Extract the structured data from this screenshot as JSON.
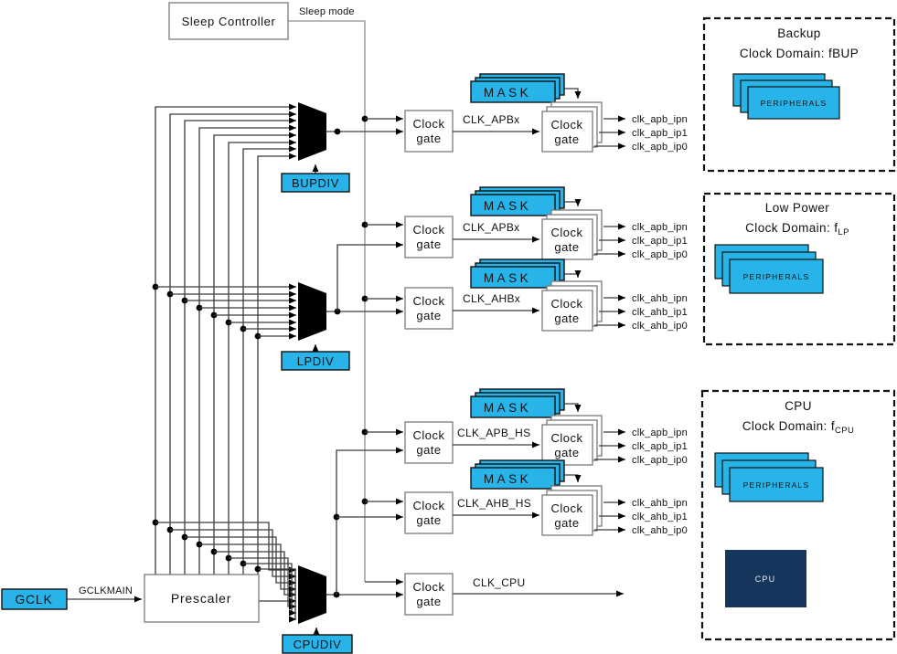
{
  "sleep_controller": {
    "label": "Sleep Controller",
    "signal": "Sleep mode"
  },
  "gclk": {
    "label": "GCLK",
    "signal": "GCLKMAIN"
  },
  "prescaler_label": "Prescaler",
  "dividers": {
    "backup": "BUPDIV",
    "low_power": "LPDIV",
    "cpu": "CPUDIV"
  },
  "clock_gate": {
    "line1": "Clock",
    "line2": "gate"
  },
  "mask_label": "MASK",
  "rows": [
    {
      "bus_label": "CLK_APBx",
      "outputs": [
        "clk_apb_ipn",
        "clk_apb_ip1",
        "clk_apb_ip0"
      ]
    },
    {
      "bus_label": "CLK_APBx",
      "outputs": [
        "clk_apb_ipn",
        "clk_apb_ip1",
        "clk_apb_ip0"
      ]
    },
    {
      "bus_label": "CLK_AHBx",
      "outputs": [
        "clk_ahb_ipn",
        "clk_ahb_ip1",
        "clk_ahb_ip0"
      ]
    },
    {
      "bus_label": "CLK_APB_HS",
      "outputs": [
        "clk_apb_ipn",
        "clk_apb_ip1",
        "clk_apb_ip0"
      ]
    },
    {
      "bus_label": "CLK_AHB_HS",
      "outputs": [
        "clk_ahb_ipn",
        "clk_ahb_ip1",
        "clk_ahb_ip0"
      ]
    }
  ],
  "cpu_clock_label": "CLK_CPU",
  "domains": [
    {
      "title": "Backup",
      "subtitle_prefix": "Clock Domain: fBUP",
      "subtitle_sub": "",
      "peripherals": "PERIPHERALS"
    },
    {
      "title": "Low Power",
      "subtitle_prefix": "Clock Domain: f",
      "subtitle_sub": "LP",
      "peripherals": "PERIPHERALS"
    },
    {
      "title": "CPU",
      "subtitle_prefix": "Clock Domain: f",
      "subtitle_sub": "CPU",
      "peripherals": "PERIPHERALS",
      "cpu_label": "CPU"
    }
  ],
  "colors": {
    "accent_cyan": "#28b4e8",
    "cpu_navy": "#17365d"
  }
}
